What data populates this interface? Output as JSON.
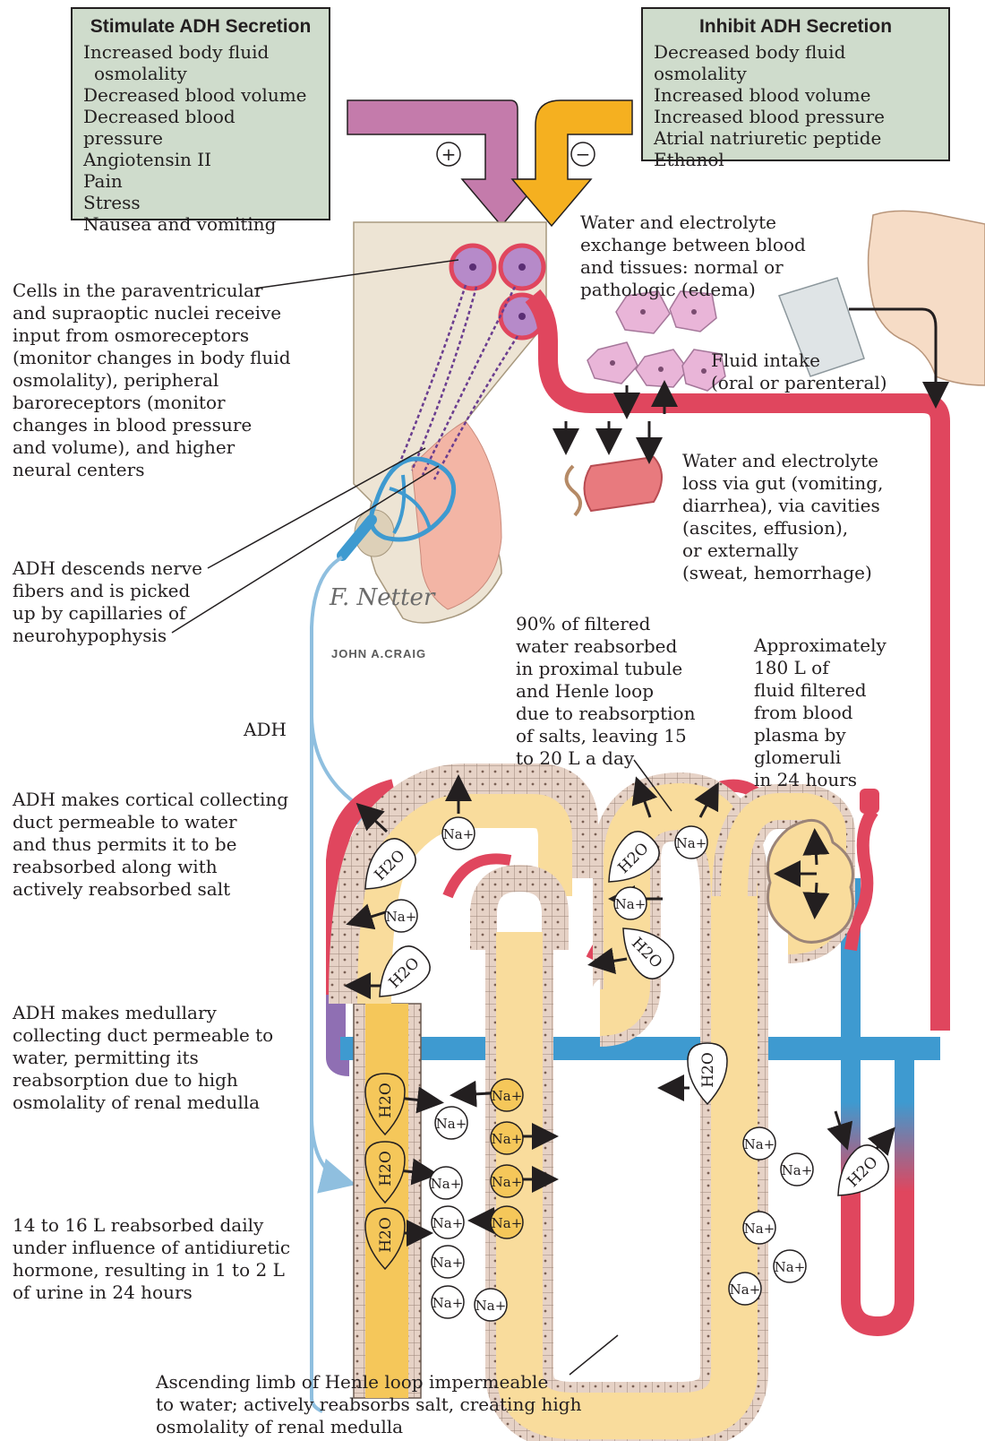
{
  "stimulate_box": {
    "title": "Stimulate ADH Secretion",
    "items": [
      "Increased body fluid",
      "osmolality",
      "Decreased blood volume",
      "Decreased blood pressure",
      "Angiotensin II",
      "Pain",
      "Stress",
      "Nausea and vomiting"
    ]
  },
  "inhibit_box": {
    "title": "Inhibit ADH Secretion",
    "items": [
      "Decreased body fluid osmolality",
      "Increased blood volume",
      "Increased blood pressure",
      "Atrial natriuretic peptide",
      "Ethanol"
    ]
  },
  "signs": {
    "plus": "+",
    "minus": "−"
  },
  "labels": {
    "nuclei": [
      "Cells in the paraventricular",
      "and supraoptic nuclei receive",
      "input from osmoreceptors",
      "(monitor changes in body fluid",
      "osmolality), peripheral",
      "baroreceptors (monitor",
      "changes in blood pressure",
      "and volume), and higher",
      "neural centers"
    ],
    "descends": [
      "ADH descends nerve",
      "fibers and is picked",
      "up by capillaries of",
      "neurohypophysis"
    ],
    "adh": "ADH",
    "cortical": [
      "ADH makes cortical collecting",
      "duct permeable to water",
      "and thus permits it to be",
      "reabsorbed along with",
      "actively reabsorbed salt"
    ],
    "medullary": [
      "ADH makes medullary",
      "collecting duct permeable to",
      "water, permitting its",
      "reabsorption due to high",
      "osmolality of renal medulla"
    ],
    "reabsorbed": [
      "14 to 16 L reabsorbed daily",
      "under influence of antidiuretic",
      "hormone, resulting in 1 to 2 L",
      "of urine in 24 hours"
    ],
    "exchange": [
      "Water and electrolyte",
      "exchange between blood",
      "and tissues: normal or",
      "pathologic (edema)"
    ],
    "intake": [
      "Fluid intake",
      "(oral or parenteral)"
    ],
    "loss": [
      "Water and electrolyte",
      "loss via gut (vomiting,",
      "diarrhea), via cavities",
      "(ascites, effusion),",
      "or externally",
      "(sweat, hemorrhage)"
    ],
    "proximal": [
      "90% of filtered",
      "water reabsorbed",
      "in proximal tubule",
      "and Henle loop",
      "due to reabsorption",
      "of salts, leaving 15",
      "to 20 L a day"
    ],
    "filtered": [
      "Approximately",
      "180 L of",
      "fluid filtered",
      "from blood",
      "plasma by",
      "glomeruli",
      "in 24 hours"
    ],
    "ascending": [
      "Ascending limb of Henle loop impermeable",
      "to water; actively reabsorbs salt, creating high",
      "osmolality of renal medulla"
    ]
  },
  "symbols": {
    "na": "Na+",
    "h2o": "H2O"
  },
  "signature": {
    "netter": "F. Netter",
    "craig": "JOHN A.CRAIG"
  },
  "colors": {
    "box_fill": "#cfdccc",
    "stimulate_arrow": "#c47bab",
    "inhibit_arrow": "#f5b020",
    "artery": "#e0465e",
    "vein": "#3e9ad0",
    "tubule": "#f9dc9c",
    "collecting_duct": "#f5c75a"
  }
}
